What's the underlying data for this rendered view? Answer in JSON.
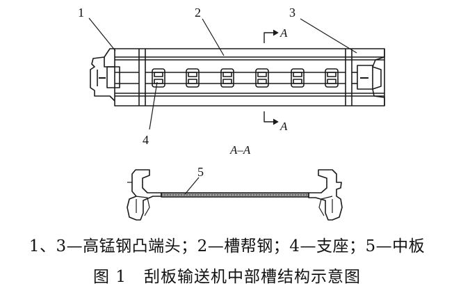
{
  "callouts": {
    "c1": "1",
    "c2": "2",
    "c3": "3",
    "c4": "4",
    "c5": "5"
  },
  "section_marks": {
    "top_letter": "A",
    "bottom_letter": "A",
    "section_label": "A–A"
  },
  "caption": {
    "legend": "1、3—高锰钢凸端头；2—槽帮钢；4—支座；5—中板",
    "figure_number": "图 1",
    "figure_title": "刮板输送机中部槽结构示意图"
  }
}
